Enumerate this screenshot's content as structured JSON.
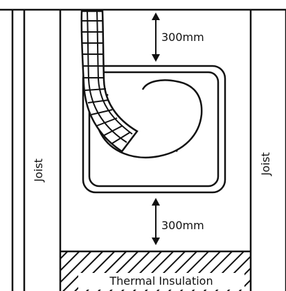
{
  "labels": {
    "joist_left": "Joist",
    "joist_right": "Joist",
    "clearance_top": "300mm",
    "clearance_bottom": "300mm",
    "insulation": "Thermal Insulation"
  },
  "colors": {
    "stroke": "#111111",
    "background": "#ffffff"
  }
}
